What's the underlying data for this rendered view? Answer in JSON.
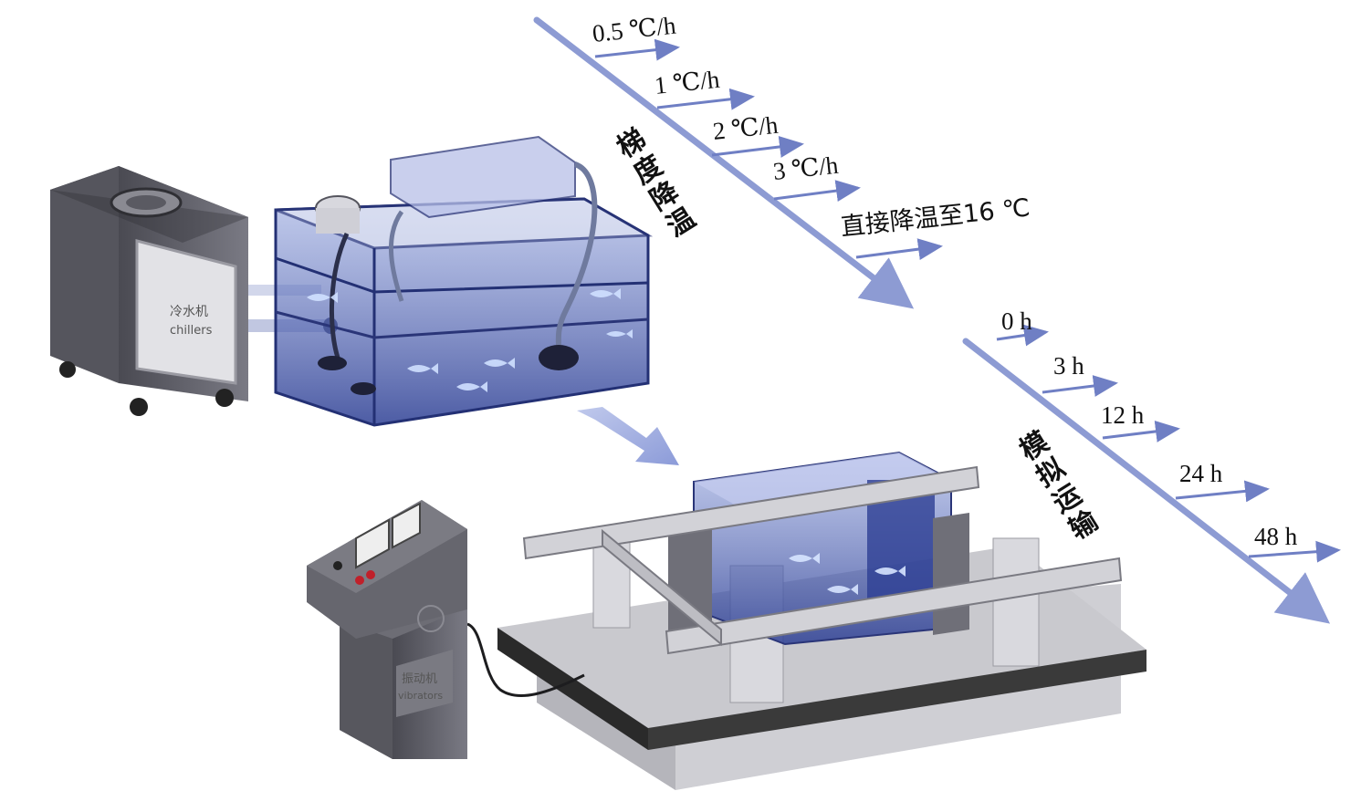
{
  "cooling": {
    "title_chars": [
      "梯",
      "度",
      "降",
      "温"
    ],
    "rates": [
      "0.5 ℃/h",
      "1 ℃/h",
      "2 ℃/h",
      "3 ℃/h",
      "直接降温至16 ℃"
    ]
  },
  "transport": {
    "title_chars": [
      "模",
      "拟",
      "运",
      "输"
    ],
    "durations": [
      "0 h",
      "3 h",
      "12 h",
      "24 h",
      "48 h"
    ]
  },
  "chiller": {
    "label_cn": "冷水机",
    "label_en": "chillers"
  },
  "vibrator": {
    "label_cn": "振动机",
    "label_en": "vibrators"
  },
  "colors": {
    "timeline": "#8d9bd3",
    "water": "#3d4f9e",
    "water_light": "#8fa0dc",
    "metal": "#6a6a72",
    "table_top": "#3a3a3a",
    "frame": "#c9c9cf"
  }
}
